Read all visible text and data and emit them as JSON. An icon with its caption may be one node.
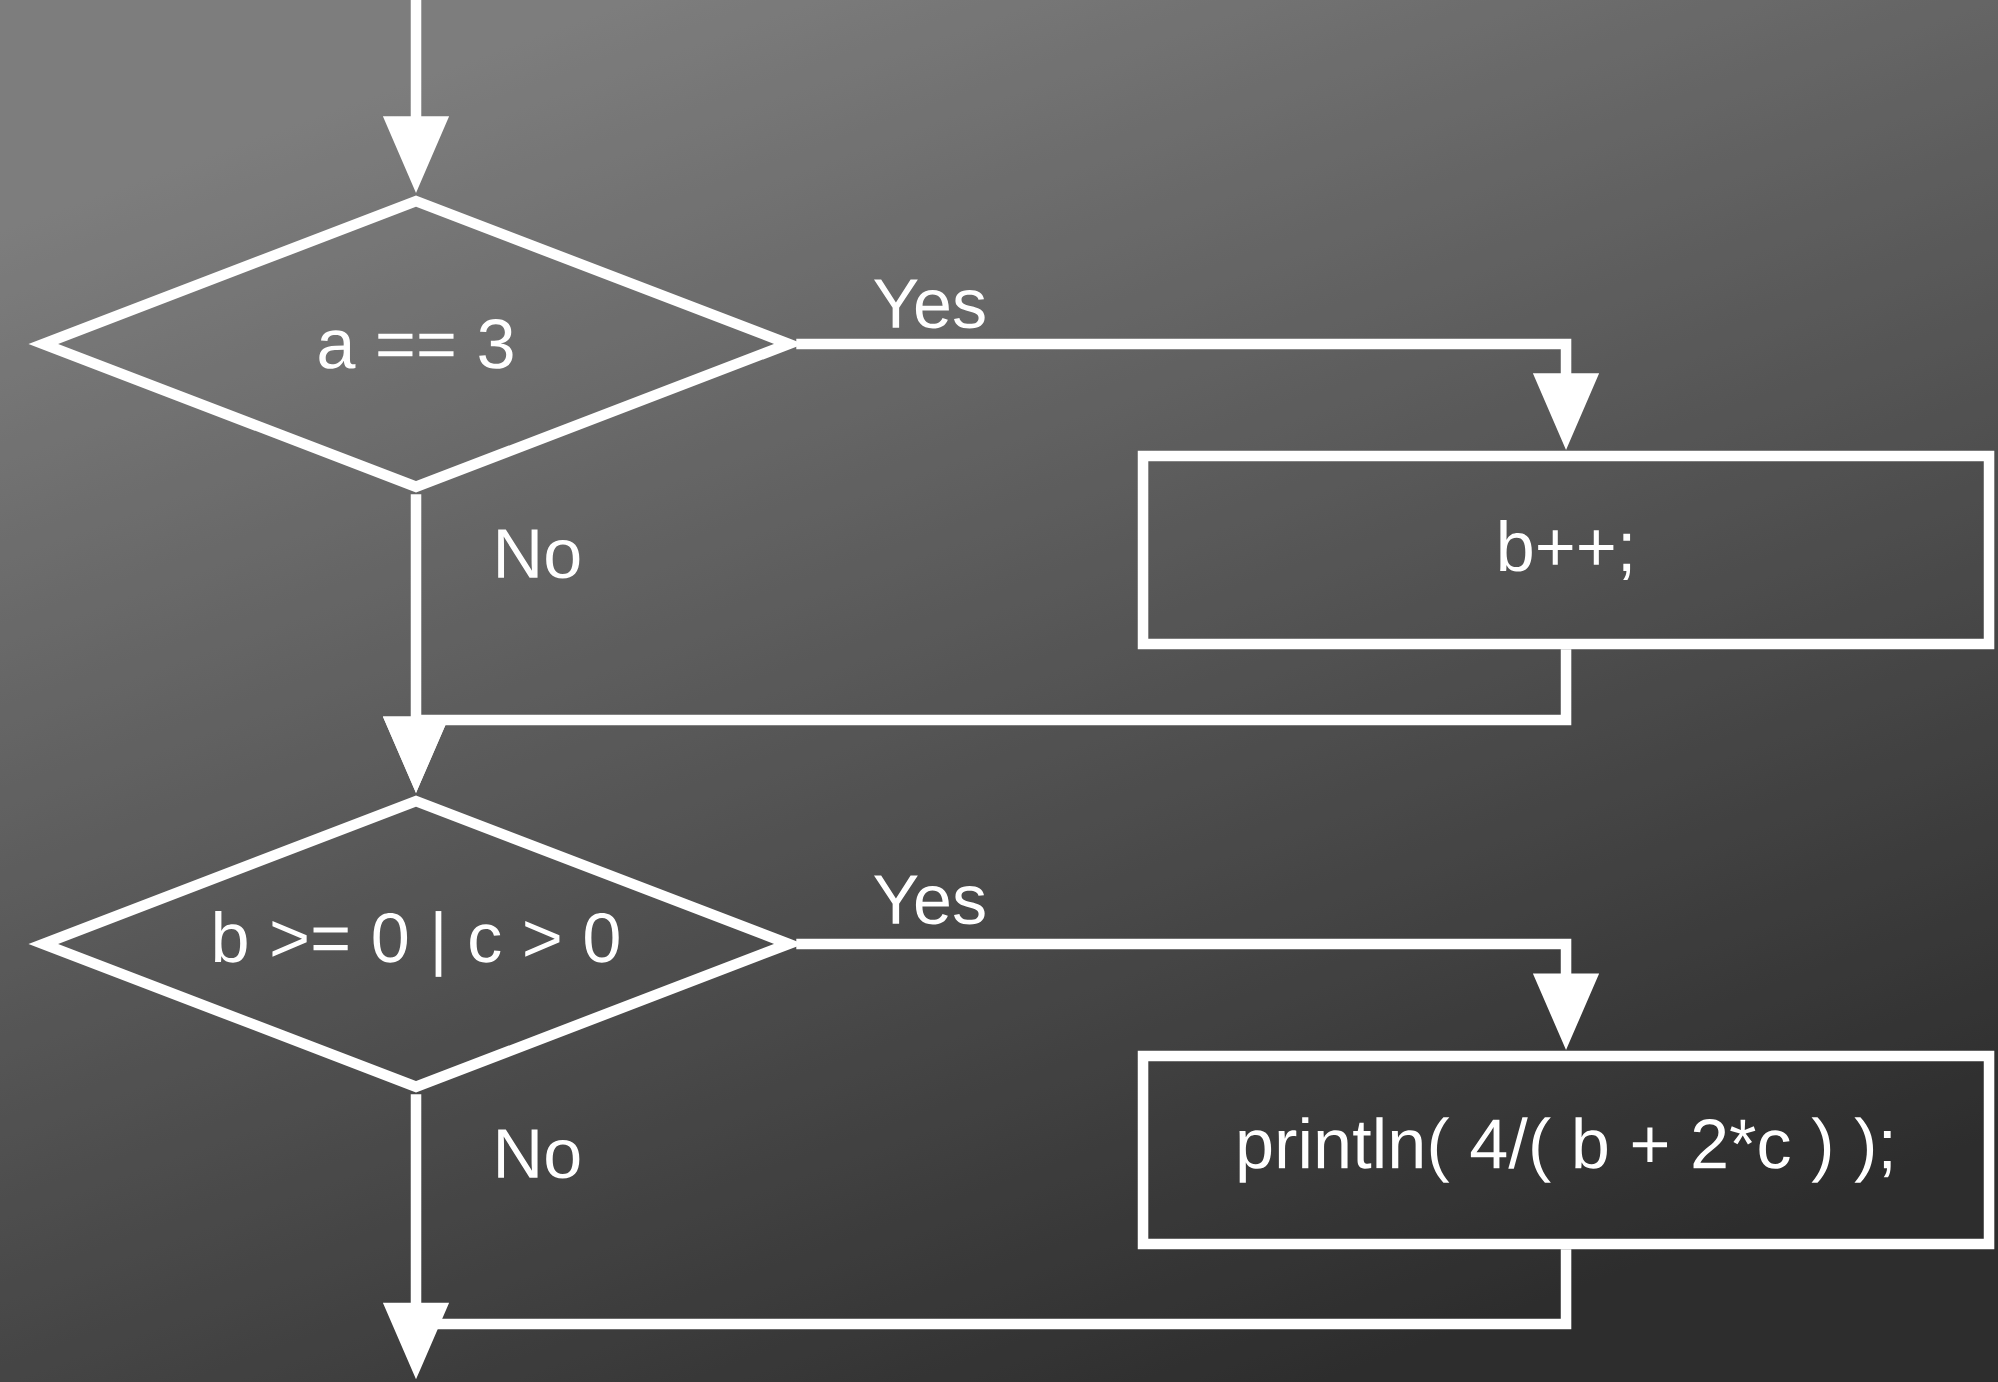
{
  "diagram": {
    "nodes": [
      {
        "text": [
          "a == 3"
        ]
      },
      {
        "text": [
          "b++;"
        ]
      },
      {
        "text": [
          "b >= 0 | c > 0"
        ]
      },
      {
        "text": [
          "println( 4/( b + 2*c ) );"
        ]
      }
    ],
    "edges": [
      {
        "from": null,
        "to": 0,
        "arrow": "to"
      },
      {
        "from": 0,
        "to": 1,
        "arrow": "to",
        "label": "Yes"
      },
      {
        "from": 0,
        "to": 2,
        "arrow": "to",
        "label": "No"
      },
      {
        "from": 1,
        "to": 2,
        "arrow": "to"
      },
      {
        "from": 2,
        "to": 3,
        "arrow": "to",
        "label": "Yes"
      },
      {
        "from": 2,
        "to": null,
        "arrow": "to",
        "label": "No"
      },
      {
        "from": 3,
        "to": null,
        "arrow": "to"
      }
    ]
  }
}
